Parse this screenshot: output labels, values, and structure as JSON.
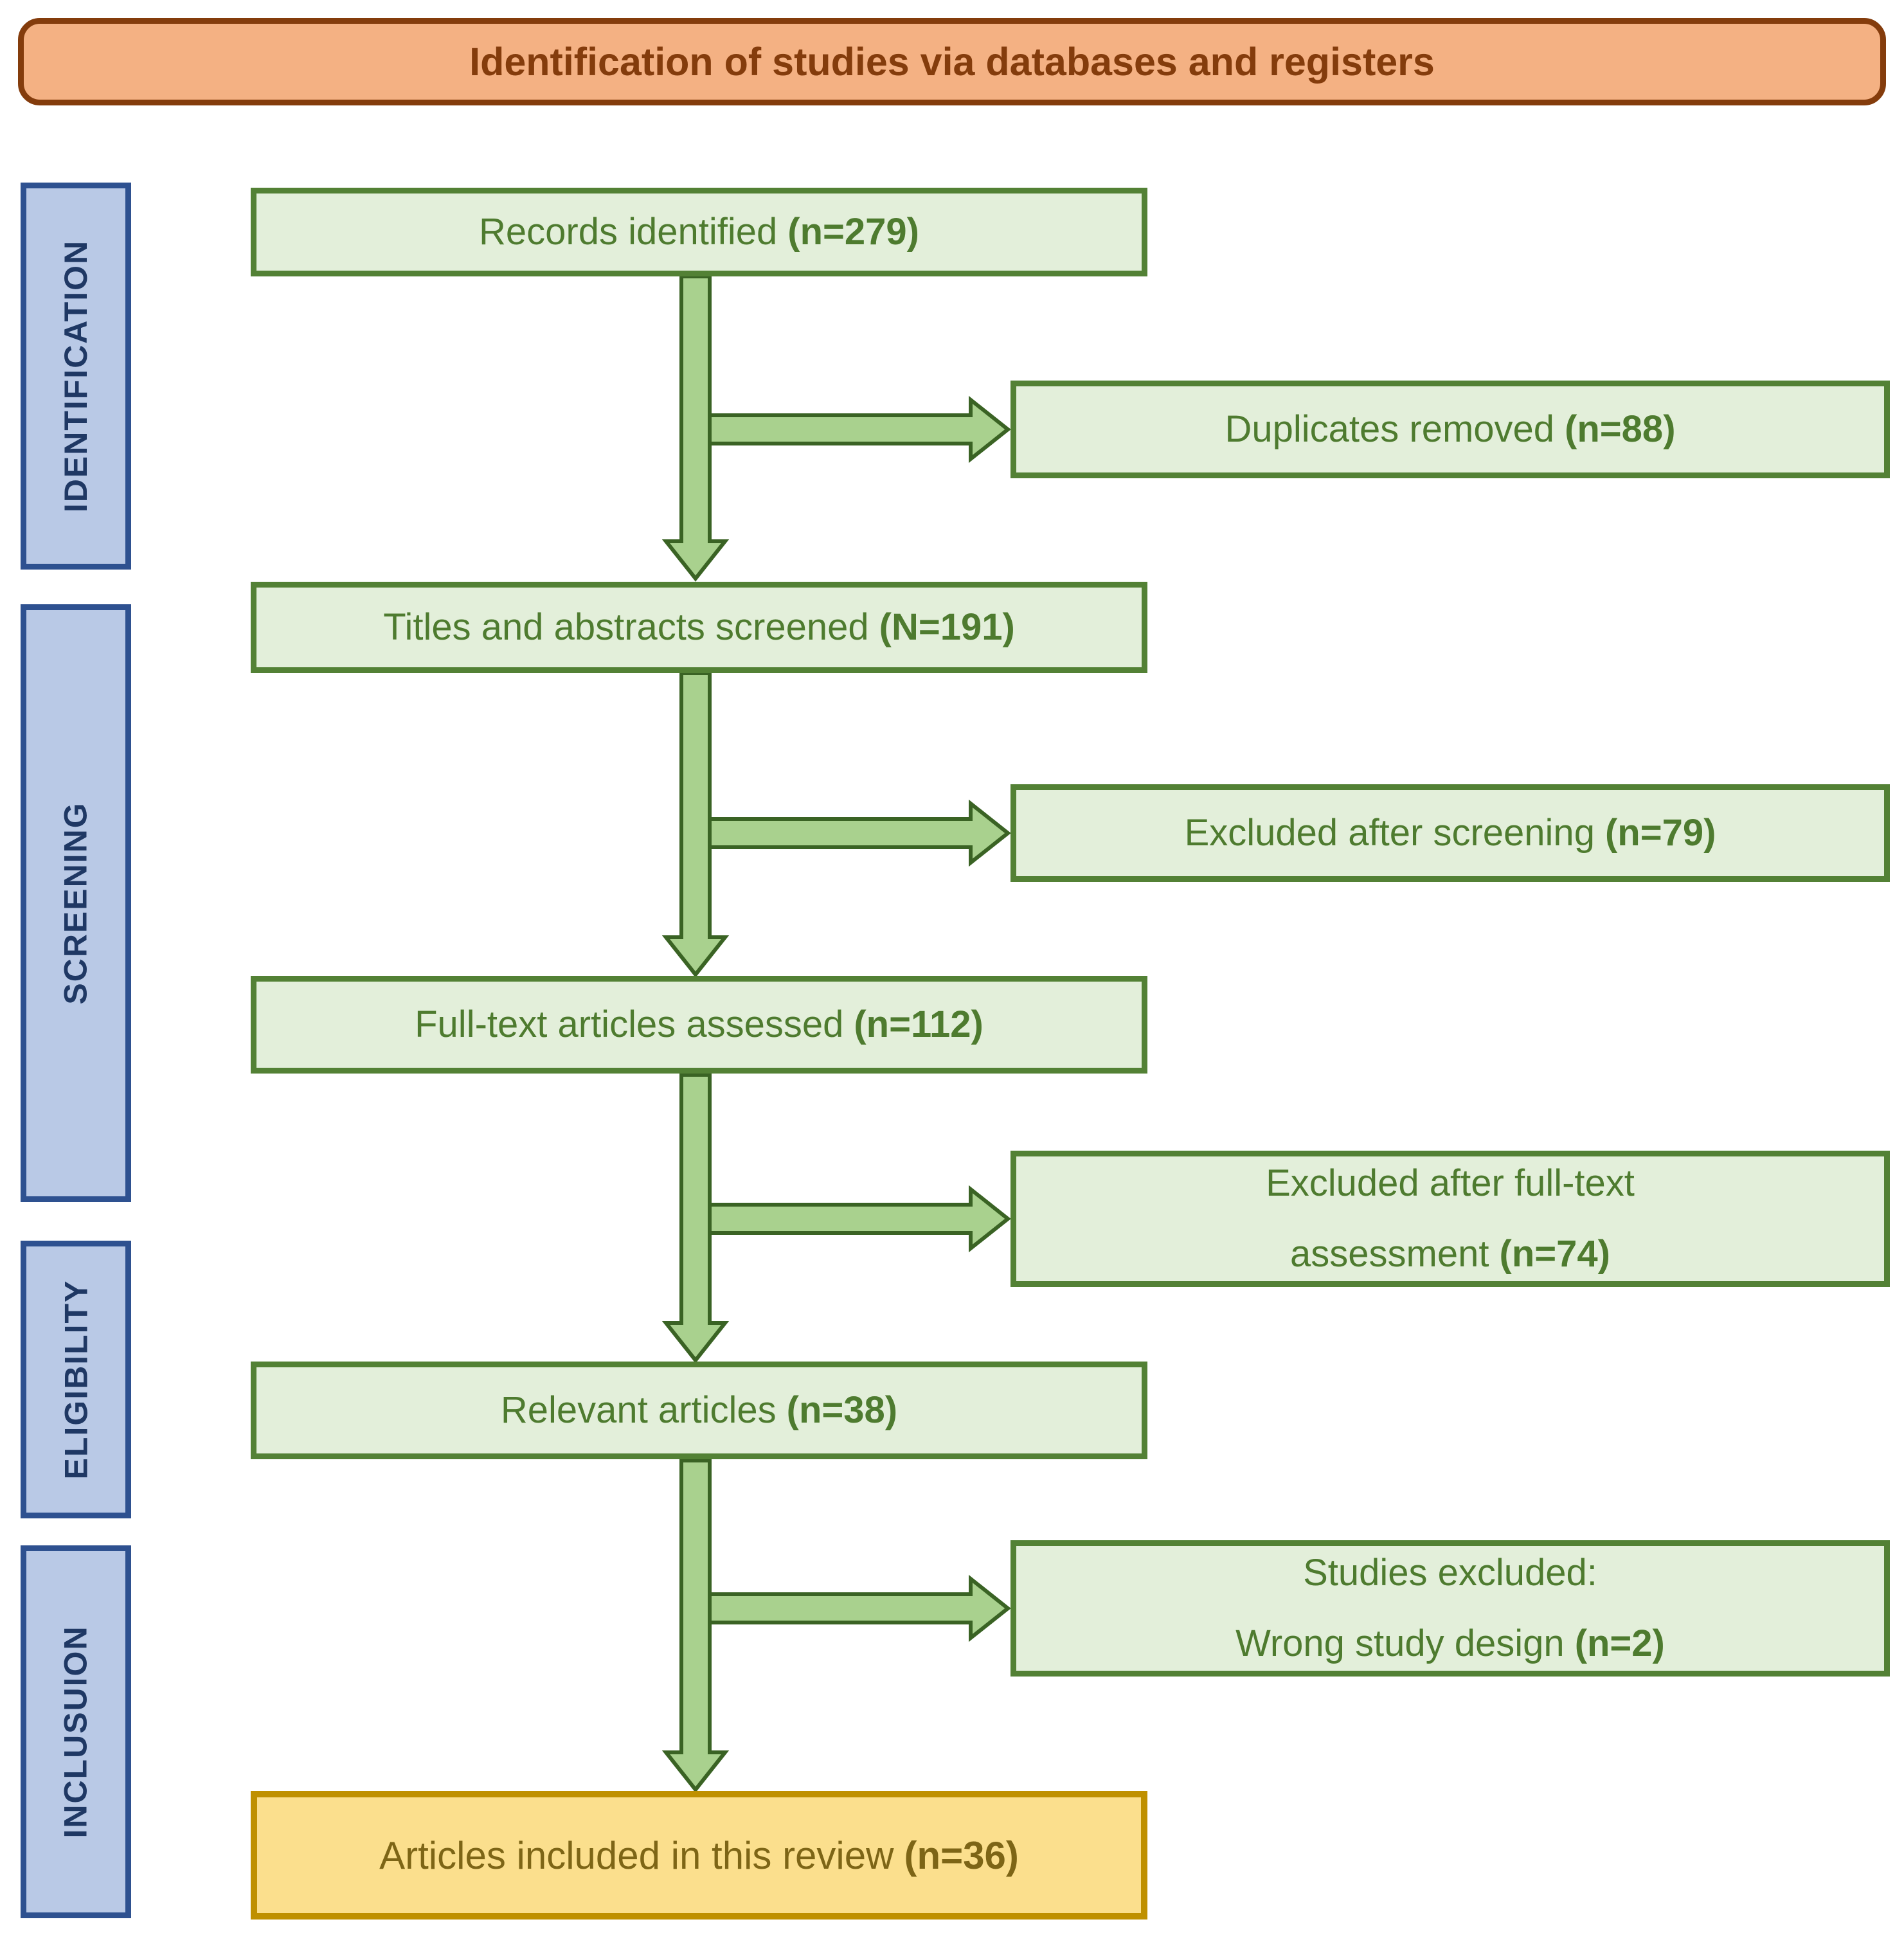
{
  "banner": {
    "title": "Identification of studies via databases and registers"
  },
  "sidebar": {
    "stages": [
      {
        "label": "IDENTIFICATION"
      },
      {
        "label": "SCREENING"
      },
      {
        "label": "ELIGIBILITY"
      },
      {
        "label": "INCLUSUION"
      }
    ]
  },
  "flow": {
    "main_boxes": [
      {
        "label": "Records identified",
        "count": "(n=279)"
      },
      {
        "label": "Titles and abstracts screened",
        "count": "(N=191)"
      },
      {
        "label": "Full-text articles assessed",
        "count": "(n=112)"
      },
      {
        "label": "Relevant articles",
        "count": "(n=38)"
      },
      {
        "label": "Articles included in this review",
        "count": "(n=36)"
      }
    ],
    "side_boxes": [
      {
        "line1": "Duplicates removed",
        "count": "(n=88)"
      },
      {
        "line1": "Excluded after screening",
        "count": "(n=79)"
      },
      {
        "line1": "Excluded after full-text",
        "line2": "assessment",
        "count": "(n=74)"
      },
      {
        "line1": "Studies excluded:",
        "line2": "Wrong study design",
        "count": "(n=2)"
      }
    ]
  },
  "colors": {
    "banner_fill": "#f4b183",
    "banner_border": "#843c0c",
    "banner_text": "#843c0c",
    "box_fill": "#e3efda",
    "box_border": "#538135",
    "box_text": "#4e7b2f",
    "arrow_fill": "#a9d18e",
    "arrow_stroke": "#3a6324",
    "stage_fill": "#b9c9e6",
    "stage_border": "#2e5190",
    "stage_text": "#1f3864",
    "included_fill": "#fbdf8d",
    "included_border": "#bf9000",
    "included_text": "#7d6516"
  }
}
